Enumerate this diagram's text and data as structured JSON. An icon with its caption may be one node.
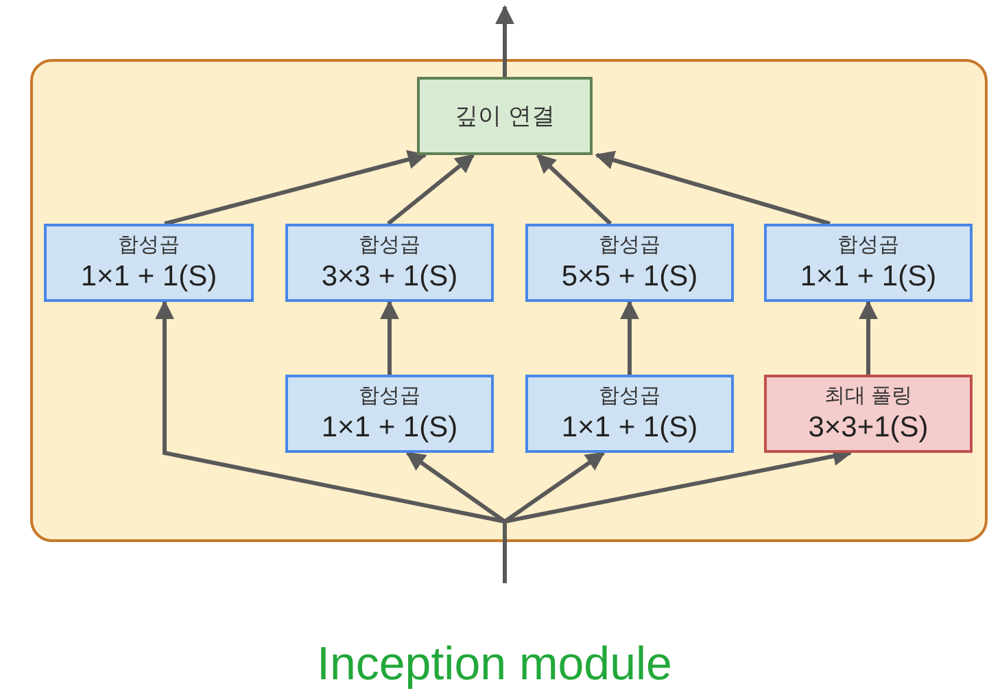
{
  "diagram": {
    "caption": "Inception module",
    "nodes": [
      {
        "text": [],
        "shape": "box"
      },
      {
        "text": [
          "깊이 연결"
        ],
        "in": 0
      },
      {
        "text": [
          "합성곱",
          "1×1 + 1(S)"
        ],
        "in": 0
      },
      {
        "text": [
          "합성곱",
          "3×3 + 1(S)"
        ],
        "in": 0
      },
      {
        "text": [
          "합성곱",
          "5×5 + 1(S)"
        ],
        "in": 0
      },
      {
        "text": [
          "합성곱",
          "1×1 + 1(S)"
        ],
        "in": 0
      },
      {
        "text": [
          "합성곱",
          "1×1 + 1(S)"
        ],
        "in": 0
      },
      {
        "text": [
          "합성곱",
          "1×1 + 1(S)"
        ],
        "in": 0
      },
      {
        "text": [
          "최대 풀링",
          "3×3+1(S)"
        ],
        "in": 0
      }
    ],
    "edges": [
      {
        "from": null,
        "to": 2,
        "arrow": "to"
      },
      {
        "from": null,
        "to": 6,
        "arrow": "to"
      },
      {
        "from": null,
        "to": 7,
        "arrow": "to"
      },
      {
        "from": null,
        "to": 8,
        "arrow": "to"
      },
      {
        "from": 6,
        "to": 3,
        "arrow": "to"
      },
      {
        "from": 7,
        "to": 4,
        "arrow": "to"
      },
      {
        "from": 8,
        "to": 5,
        "arrow": "to"
      },
      {
        "from": 2,
        "to": 1,
        "arrow": "to"
      },
      {
        "from": 3,
        "to": 1,
        "arrow": "to"
      },
      {
        "from": 4,
        "to": 1,
        "arrow": "to"
      },
      {
        "from": 5,
        "to": 1,
        "arrow": "to"
      },
      {
        "from": 1,
        "to": null,
        "arrow": "to"
      }
    ]
  }
}
